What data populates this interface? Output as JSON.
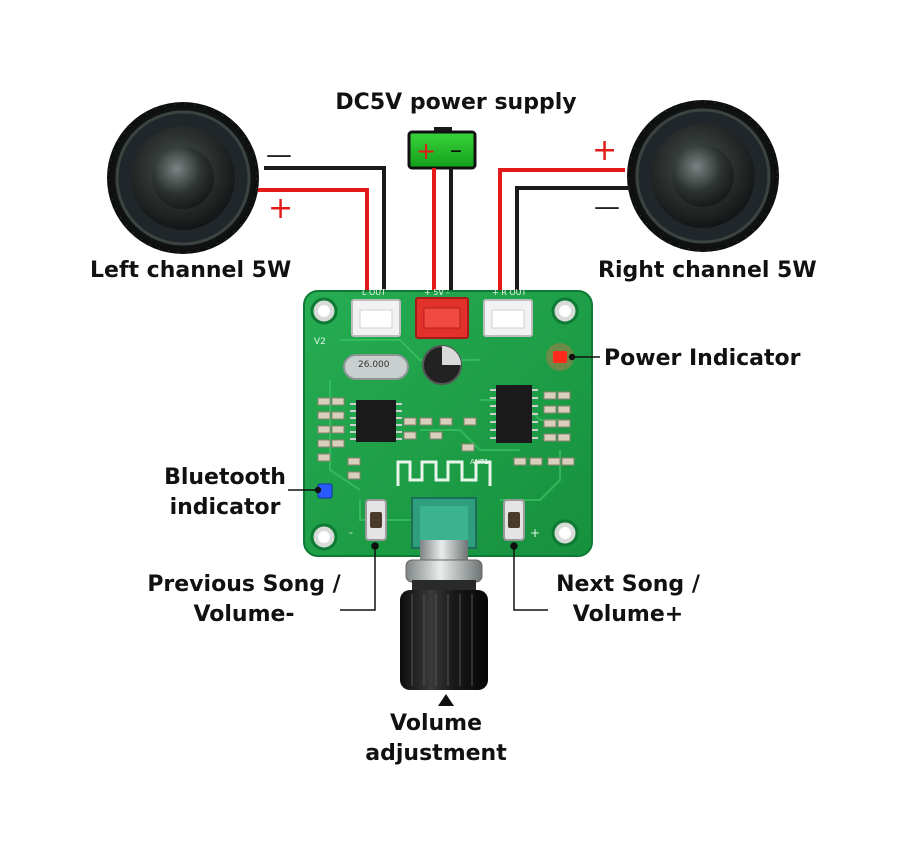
{
  "labels": {
    "power_supply": "DC5V power supply",
    "left_channel": "Left channel 5W",
    "right_channel": "Right channel 5W",
    "power_indicator": "Power Indicator",
    "bluetooth_indicator_line1": "Bluetooth",
    "bluetooth_indicator_line2": "indicator",
    "previous_line1": "Previous Song /",
    "previous_line2": "Volume-",
    "next_line1": "Next Song /",
    "next_line2": "Volume+",
    "volume_line1": "Volume",
    "volume_line2": "adjustment"
  },
  "polarity": {
    "plus": "+",
    "minus": "—",
    "supply_plus": "+",
    "supply_minus": "–"
  },
  "board": {
    "version": "V2",
    "crystal": "26.000",
    "antenna": "ANT1",
    "connector_left": "L OUT",
    "connector_power": "+ 5V -",
    "connector_right": "+ R OUT",
    "button_minus": "-",
    "button_plus": "+"
  },
  "icons": {
    "speaker_left": "speaker-icon",
    "speaker_right": "speaker-icon",
    "battery": "battery-icon",
    "pointer": "triangle-up-icon"
  },
  "colors": {
    "pcb": "#1fa34a",
    "wire_red": "#e21a1a",
    "wire_black": "#1a1a1a",
    "battery_green": "#22b422",
    "power_led": "#ff2a1a",
    "bluetooth_led": "#2a5bff"
  }
}
